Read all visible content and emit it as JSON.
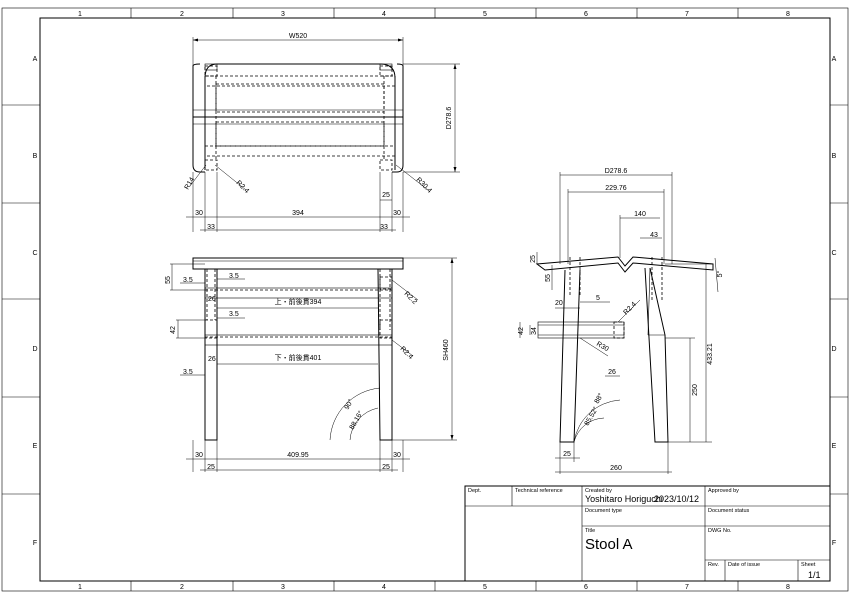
{
  "border": {
    "columns": [
      "1",
      "2",
      "3",
      "4",
      "5",
      "6",
      "7",
      "8"
    ],
    "rows": [
      "A",
      "B",
      "C",
      "D",
      "E",
      "F"
    ]
  },
  "title_block": {
    "dept_label": "Dept.",
    "technical_reference_label": "Technical reference",
    "created_by_label": "Created by",
    "created_by_value": "Yoshitaro Horiguchi",
    "created_date": "2023/10/12",
    "approved_by_label": "Approved by",
    "document_type_label": "Document type",
    "document_status_label": "Document status",
    "title_label": "Title",
    "title_value": "Stool A",
    "dwg_no_label": "DWG No.",
    "rev_label": "Rev.",
    "date_of_issue_label": "Date of issue",
    "sheet_label": "Sheet",
    "sheet_value": "1/1"
  },
  "top_view": {
    "width": "W520",
    "depth": "D278.6",
    "r14": "R14",
    "r2_4": "R2.4",
    "r30_4": "R30.4",
    "d30_left": "30",
    "d394": "394",
    "d25": "25",
    "d30_right": "30",
    "d33_left": "33",
    "d33_right": "33"
  },
  "front_view": {
    "d55": "55",
    "d3_5_a": "3.5",
    "d3_5_b": "3.5",
    "d3_5_c": "3.5",
    "d3_5_d": "3.5",
    "d26_a": "26",
    "d26_b": "26",
    "d42": "42",
    "upper_rail": "上・前後貫394",
    "lower_rail": "下・前後貫401",
    "r2_2": "R2.2",
    "r2_4": "R2.4",
    "height": "SH460",
    "angle_90": "90°",
    "angle_88": "88.16°",
    "d30_left": "30",
    "d25_left": "25",
    "d409": "409.95",
    "d25_right": "25",
    "d30_right": "30"
  },
  "side_view": {
    "depth": "D278.6",
    "d229": "229.76",
    "d140": "140",
    "d43": "43",
    "d25": "25",
    "d55": "55",
    "angle_5": "5°",
    "d20": "20",
    "d5": "5",
    "r2_4": "R2.4",
    "d42": "42",
    "d34": "34",
    "r30": "R30",
    "d433": "433.21",
    "d26": "26",
    "d250": "250",
    "angle_88": "88°",
    "angle_85": "85.52°",
    "d25_bottom": "25",
    "d260": "260"
  }
}
